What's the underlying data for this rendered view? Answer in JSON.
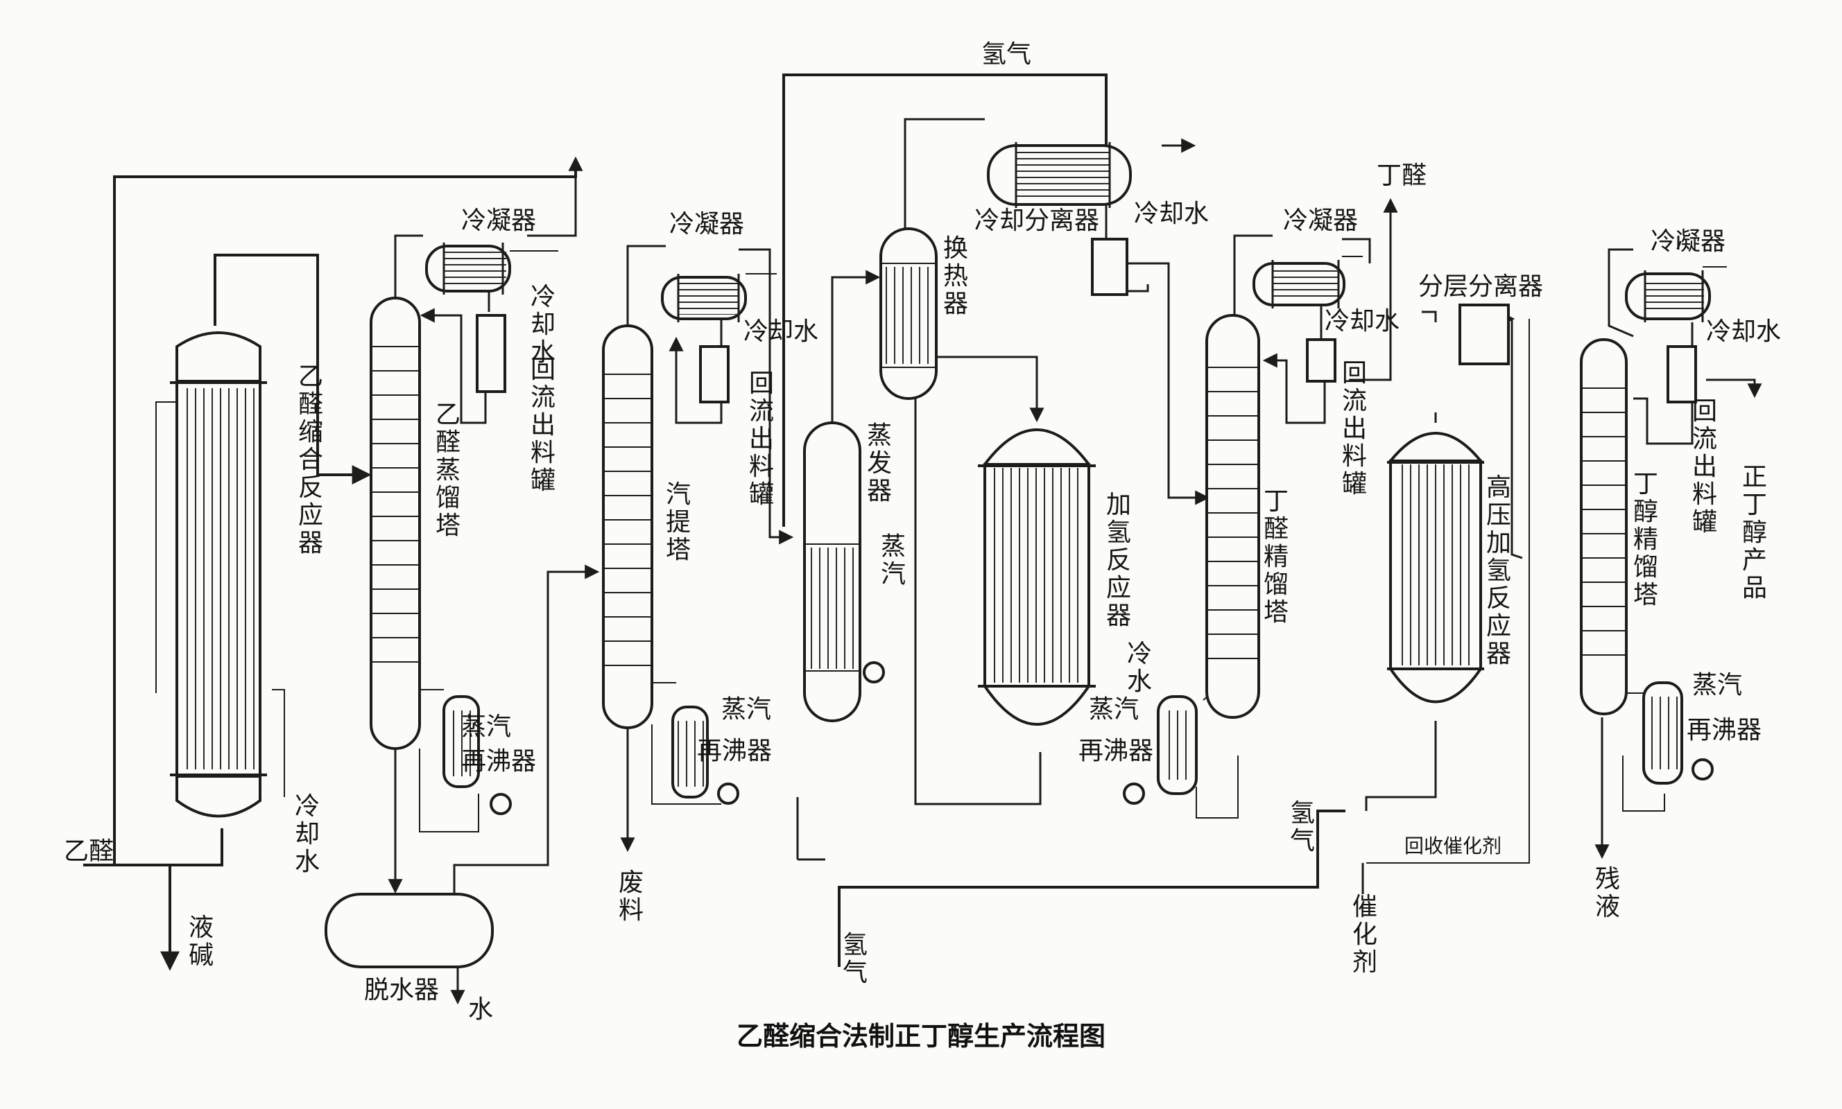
{
  "caption": "乙醛缩合法制正丁醇生产流程图",
  "equipment": {
    "condensation_reactor": "乙醛缩合反应器",
    "acetaldehyde_distillation": "乙醛蒸馏塔",
    "stripping_tower": "汽提塔",
    "evaporator": "蒸发器",
    "heat_exchanger": "换热器",
    "hydrogenation_reactor": "加氢反应器",
    "cooling_separator": "冷却分离器",
    "butanal_rectifier": "丁醛精馏塔",
    "layer_separator": "分层分离器",
    "hp_hydrogenation_reactor": "高压加氢反应器",
    "butanol_rectifier": "丁醇精馏塔",
    "dehydrator": "脱水器",
    "condenser": "冷凝器",
    "reflux_tank": "回流出料罐",
    "reboiler": "再沸器"
  },
  "streams": {
    "acetaldehyde": "乙醛",
    "caustic": "液碱",
    "cooling_water": "冷却水",
    "cold_water": "冷水",
    "steam": "蒸汽",
    "hydrogen": "氢气",
    "waste": "废料",
    "water": "水",
    "butanal": "丁醛",
    "catalyst": "催化剂",
    "catalyst_recovery": "回收催化剂",
    "residue": "残液",
    "n_butanol_product": "正丁醇产品"
  }
}
